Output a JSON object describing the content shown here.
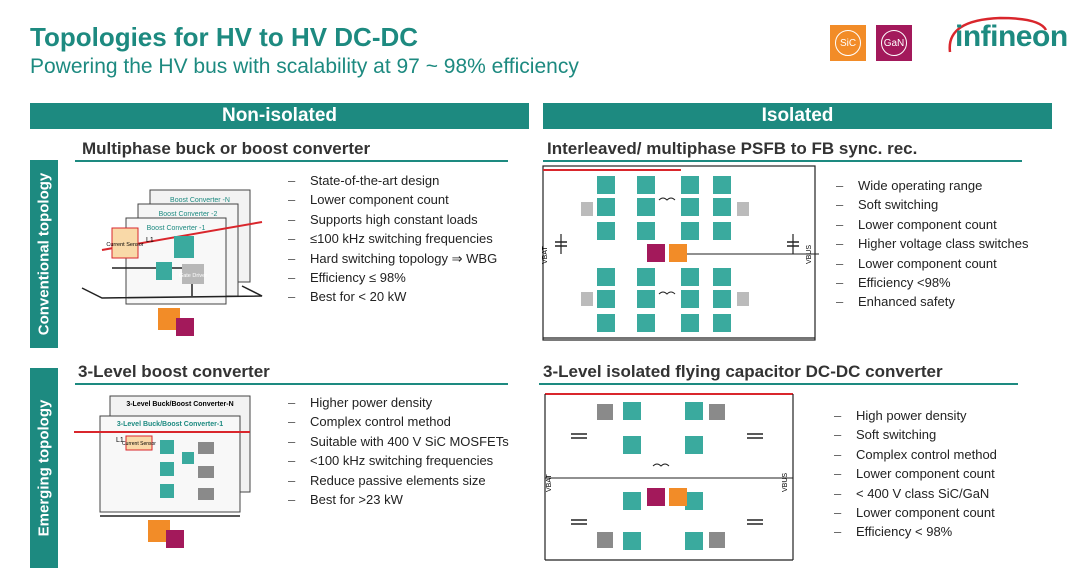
{
  "header": {
    "title": "Topologies for HV to HV DC-DC",
    "subtitle": "Powering the HV bus with scalability at 97 ~ 98% efficiency",
    "badges": [
      {
        "label": "SiC",
        "color": "#f28c28"
      },
      {
        "label": "GaN",
        "color": "#a3195b"
      }
    ],
    "logo_text": "infineon"
  },
  "columns": {
    "non_isolated": "Non-isolated",
    "isolated": "Isolated"
  },
  "rows": {
    "conventional": "Conventional topology",
    "emerging": "Emerging topology"
  },
  "quadrants": {
    "q1": {
      "title": "Multiphase buck or boost converter",
      "bullets": [
        "State-of-the-art design",
        "Lower component count",
        "Supports high constant loads",
        "≤100 kHz switching frequencies",
        "Hard switching topology ⇒ WBG",
        "Efficiency ≤ 98%",
        "Best for < 20 kW"
      ],
      "diagram": {
        "layer_n": "Boost Converter -N",
        "layer_2": "Boost Converter -2",
        "layer_1": "Boost Converter -1",
        "inductor": "L1",
        "sensor": "Current Sensor",
        "driver": "Gate Driver"
      }
    },
    "q2": {
      "title": "Interleaved/ multiphase PSFB to FB sync. rec.",
      "bullets": [
        "Wide operating range",
        "Soft switching",
        "Lower component count",
        "Higher voltage class switches",
        "Lower component count",
        "Efficiency <98%",
        "Enhanced safety"
      ],
      "diagram": {
        "vin": "VBAT",
        "vout": "VBUS"
      }
    },
    "q3": {
      "title": "3-Level boost converter",
      "bullets": [
        "Higher power density",
        "Complex control method",
        "Suitable with 400 V SiC MOSFETs",
        "<100 kHz switching frequencies",
        "Reduce passive elements size",
        "Best for >23 kW"
      ],
      "diagram": {
        "layer_n": "3-Level Buck/Boost Converter-N",
        "layer_1": "3-Level Buck/Boost Converter-1",
        "inductor": "L1",
        "sensor": "Current Sensor"
      }
    },
    "q4": {
      "title": "3-Level isolated flying capacitor DC-DC converter",
      "bullets": [
        "High power density",
        "Soft switching",
        "Complex control method",
        "Lower component count",
        "< 400 V class SiC/GaN",
        "Lower component count",
        "Efficiency < 98%"
      ],
      "diagram": {
        "vin": "VBAT",
        "vout": "VBUS"
      }
    }
  },
  "colors": {
    "accent": "#1d8a80",
    "sic": "#f28c28",
    "gan": "#a3195b",
    "rail": "#d9262c",
    "chip": "#3aaa9e"
  }
}
